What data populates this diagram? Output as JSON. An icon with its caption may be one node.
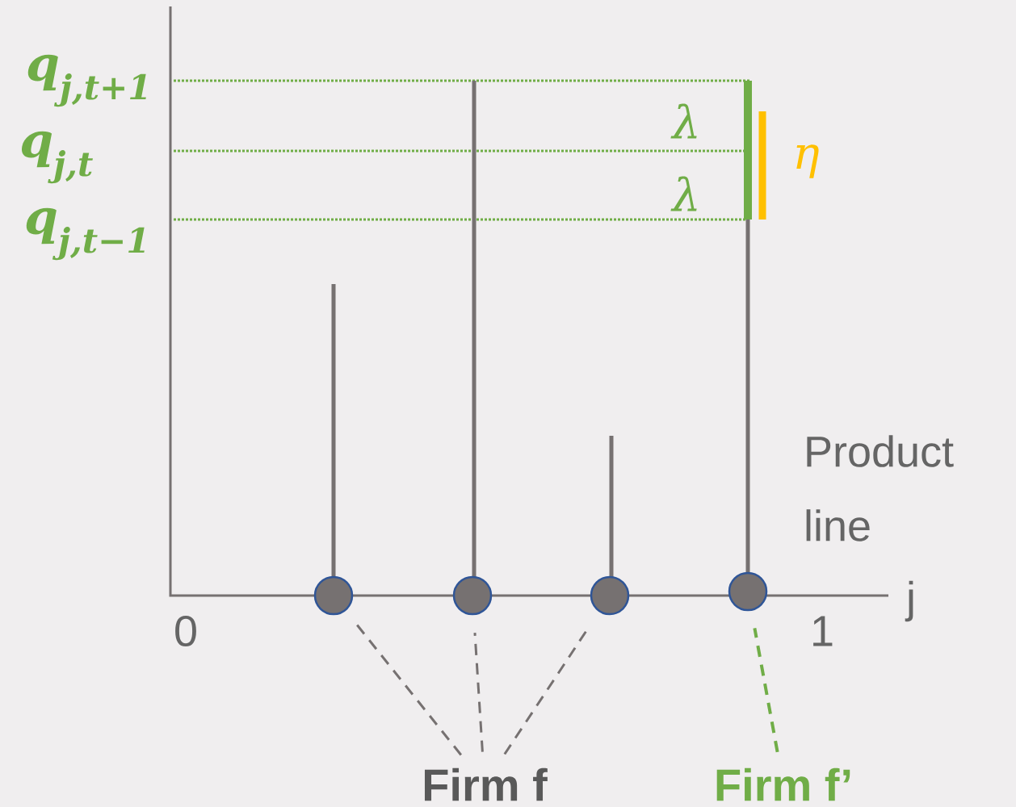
{
  "diagram": {
    "nodes": [
      {
        "text": [],
        "shape": "circle"
      },
      {
        "text": [],
        "shape": "circle"
      },
      {
        "text": [],
        "shape": "circle"
      },
      {
        "text": [],
        "shape": "circle"
      },
      {
        "text": [
          "Firm f"
        ]
      },
      {
        "text": [
          "Firm f’"
        ]
      }
    ],
    "edges": [
      {
        "from": 4,
        "to": 0,
        "arrow": "none",
        "style": "dashed"
      },
      {
        "from": 4,
        "to": 1,
        "arrow": "none",
        "style": "dashed"
      },
      {
        "from": 4,
        "to": 2,
        "arrow": "none",
        "style": "dashed"
      },
      {
        "from": 5,
        "to": 3,
        "arrow": "none",
        "style": "dashed",
        "color": "#70ad47"
      }
    ],
    "labels": [
      "q$_{j,t+1}$",
      "q$_{j,t}$",
      "q$_{j,t−1}$",
      "λ",
      "λ",
      "η",
      "Product line",
      "j",
      "0",
      "1"
    ]
  }
}
